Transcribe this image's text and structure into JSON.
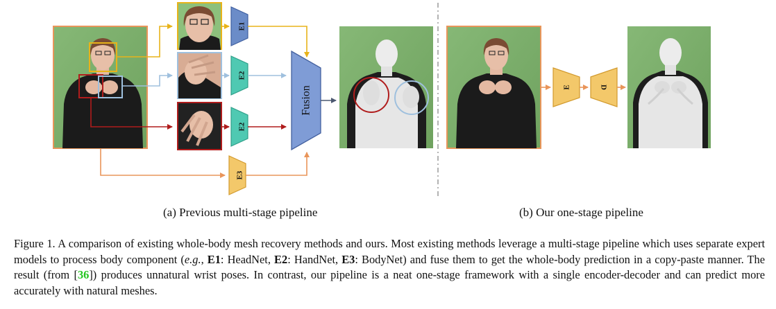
{
  "figure": {
    "colors": {
      "face_box": "#e8b31a",
      "left_hand_box": "#9fc0de",
      "right_hand_box": "#b01c1c",
      "body_path": "#e9955a",
      "output_arrow": "#4c5870",
      "encoder_face": "#6b8cc8",
      "encoder_hand": "#4fc9b2",
      "encoder_body": "#f3c86a",
      "fusion": "#7f9cd6",
      "green_screen": "#79ad69"
    },
    "panel_a": {
      "encoders": {
        "face": "E1",
        "left_hand": "E2",
        "right_hand": "E2",
        "body": "E3"
      },
      "fusion_label": "Fusion",
      "caption": "(a) Previous multi-stage pipeline"
    },
    "panel_b": {
      "encoder": "E",
      "decoder": "D",
      "caption": "(b) Our one-stage pipeline"
    }
  },
  "caption": {
    "figure_label": "Figure 1.",
    "text_1": " A comparison of existing whole-body mesh recovery methods and ours. Most existing methods leverage a multi-stage pipeline which uses separate expert models to process body component (",
    "eg": "e.g.",
    "text_2": ", ",
    "e1": "E1",
    "text_3": ": HeadNet, ",
    "e2": "E2",
    "text_4": ": HandNet, ",
    "e3": "E3",
    "text_5": ": BodyNet) and fuse them to get the whole-body prediction in a copy-paste manner. The result (from [",
    "cite": "36",
    "text_6": "]) produces unnatural wrist poses. In contrast, our pipeline is a neat one-stage framework with a single encoder-decoder and can predict more accurately with natural meshes."
  }
}
